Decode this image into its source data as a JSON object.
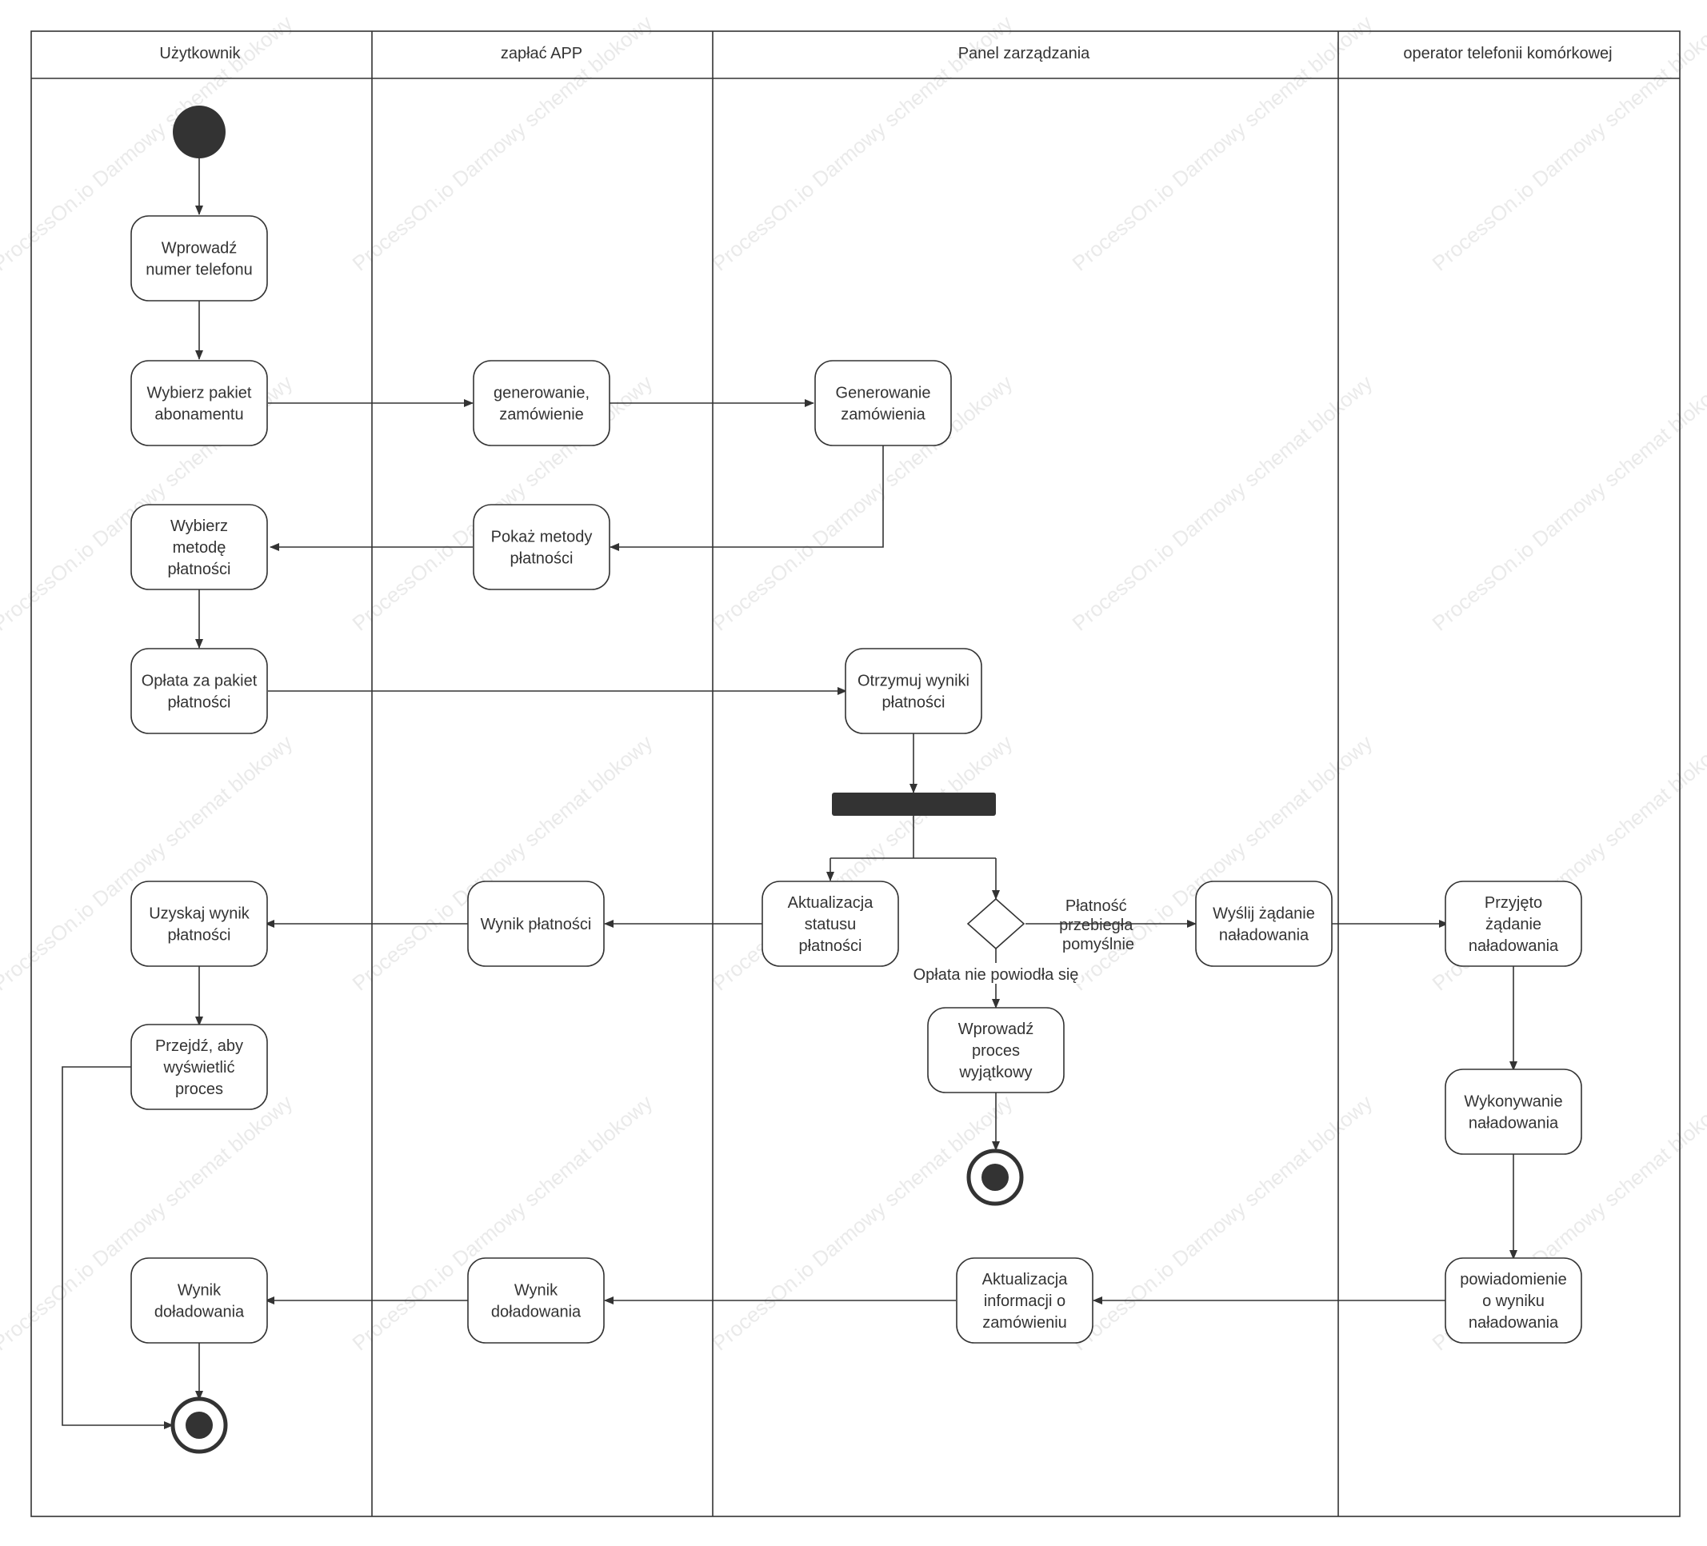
{
  "lanes": [
    {
      "id": "uzytkownik",
      "title": "Użytkownik"
    },
    {
      "id": "zaplac-app",
      "title": "zapłać APP"
    },
    {
      "id": "panel",
      "title": "Panel zarządzania"
    },
    {
      "id": "operator",
      "title": "operator telefonii komórkowej"
    }
  ],
  "nodes": {
    "wprowadz_numer": {
      "lines": [
        "Wprowadź",
        "numer telefonu"
      ]
    },
    "wybierz_pakiet": {
      "lines": [
        "Wybierz pakiet",
        "abonamentu"
      ]
    },
    "generowanie_app": {
      "lines": [
        "generowanie,",
        "zamówienie"
      ]
    },
    "generowanie_panel": {
      "lines": [
        "Generowanie",
        "zamówienia"
      ]
    },
    "pokaz_metody": {
      "lines": [
        "Pokaż metody",
        "płatności"
      ]
    },
    "wybierz_metode": {
      "lines": [
        "Wybierz",
        "metodę",
        "płatności"
      ]
    },
    "oplata_pakiet": {
      "lines": [
        "Opłata za pakiet",
        "płatności"
      ]
    },
    "otrzymuj_wyniki": {
      "lines": [
        "Otrzymuj wyniki",
        "płatności"
      ]
    },
    "aktualizacja_statusu": {
      "lines": [
        "Aktualizacja",
        "statusu",
        "płatności"
      ]
    },
    "wynik_platnosci": {
      "lines": [
        "Wynik płatności"
      ]
    },
    "uzyskaj_wynik": {
      "lines": [
        "Uzyskaj wynik",
        "płatności"
      ]
    },
    "wyslij_zadanie": {
      "lines": [
        "Wyślij żądanie",
        "naładowania"
      ]
    },
    "przyjeto_zadanie": {
      "lines": [
        "Przyjęto",
        "żądanie",
        "naładowania"
      ]
    },
    "wprowadz_proces": {
      "lines": [
        "Wprowadź",
        "proces",
        "wyjątkowy"
      ]
    },
    "przejdz": {
      "lines": [
        "Przejdź, aby",
        "wyświetlić",
        "proces"
      ]
    },
    "wykonywanie": {
      "lines": [
        "Wykonywanie",
        "naładowania"
      ]
    },
    "powiadomienie": {
      "lines": [
        "powiadomienie",
        "o wyniku",
        "naładowania"
      ]
    },
    "aktualizacja_info": {
      "lines": [
        "Aktualizacja",
        "informacji o",
        "zamówieniu"
      ]
    },
    "wynik_dol_app": {
      "lines": [
        "Wynik",
        "doładowania"
      ]
    },
    "wynik_dol_user": {
      "lines": [
        "Wynik",
        "doładowania"
      ]
    }
  },
  "edge_labels": {
    "success": [
      "Płatność",
      "przebiegła",
      "pomyślnie"
    ],
    "failure": "Opłata nie powiodła się"
  },
  "watermark": "ProcessOn.io Darmowy schemat blokowy",
  "colors": {
    "stroke": "#333333",
    "fill": "#ffffff",
    "text": "#333333",
    "solid": "#333333"
  }
}
